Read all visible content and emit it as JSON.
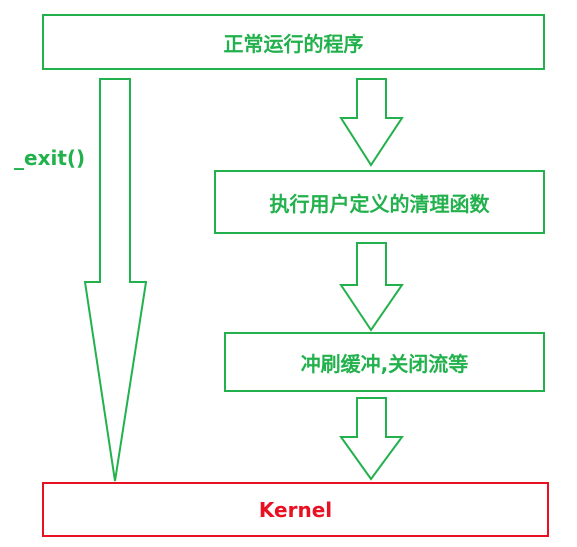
{
  "boxes": {
    "program": "正常运行的程序",
    "cleanup": "执行用户定义的清理函数",
    "flush": "冲刷缓冲,关闭流等",
    "kernel": "Kernel"
  },
  "exit_label": "_exit()",
  "colors": {
    "green": "#22b14c",
    "red": "#e81123"
  }
}
